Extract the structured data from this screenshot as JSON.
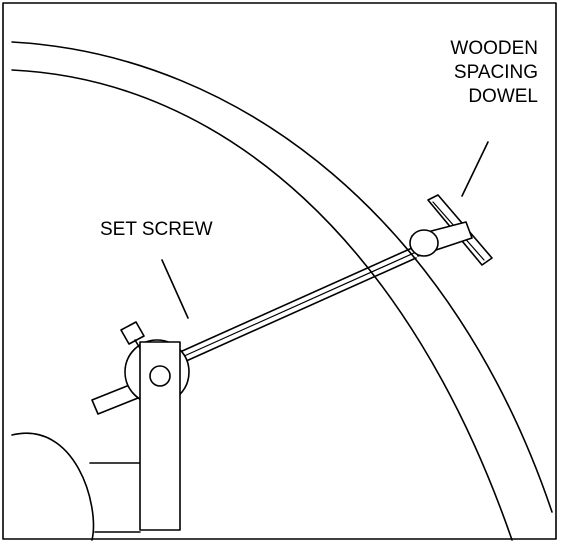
{
  "labels": {
    "set_screw": "SET SCREW",
    "dowel": [
      "WOODEN",
      "SPACING",
      "DOWEL"
    ]
  },
  "colors": {
    "line": "#000000",
    "background": "#ffffff"
  }
}
